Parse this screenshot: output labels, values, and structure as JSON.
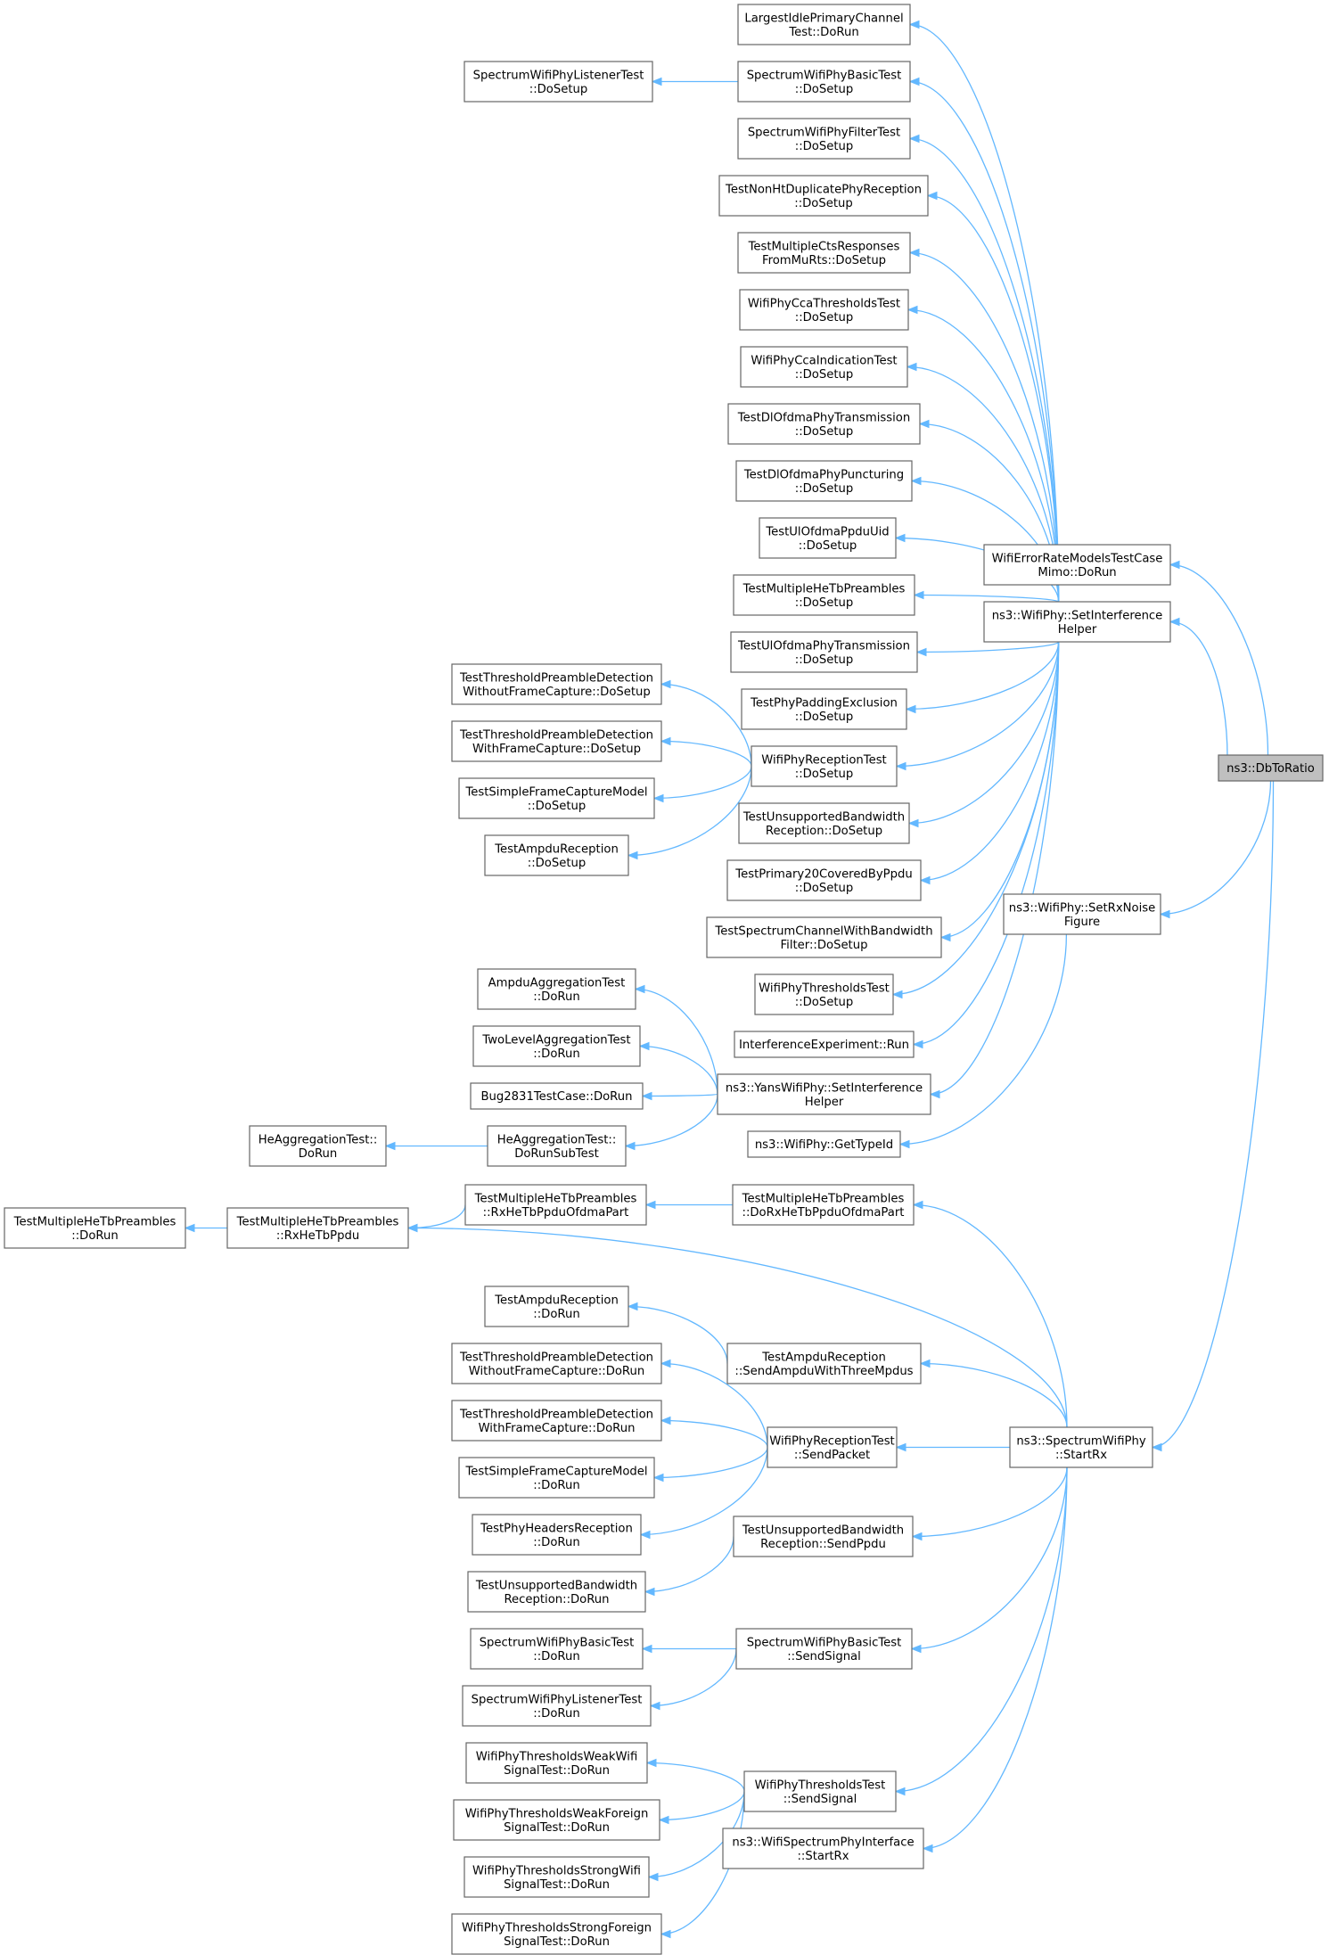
{
  "diagram": {
    "type": "caller-graph",
    "focus_node": "dbtoratio",
    "colors": {
      "edge": "#63b8ff",
      "node_border": "#666666",
      "focus_fill": "#bfbfbf",
      "node_fill": "#ffffff"
    },
    "nodes": [
      {
        "id": "dbtoratio",
        "lines": [
          "ns3::DbToRatio"
        ]
      },
      {
        "id": "wifi-error-rate-models-mimo",
        "lines": [
          "WifiErrorRateModelsTestCase",
          "Mimo::DoRun"
        ]
      },
      {
        "id": "wifiphy-set-interference-helper",
        "lines": [
          "ns3::WifiPhy::SetInterference",
          "Helper"
        ]
      },
      {
        "id": "wifiphy-set-rx-noise-figure",
        "lines": [
          "ns3::WifiPhy::SetRxNoise",
          "Figure"
        ]
      },
      {
        "id": "spectrum-wifiphy-startrx",
        "lines": [
          "ns3::SpectrumWifiPhy",
          "::StartRx"
        ]
      },
      {
        "id": "largest-idle-primary-channel",
        "lines": [
          "LargestIdlePrimaryChannel",
          "Test::DoRun"
        ]
      },
      {
        "id": "spectrum-basic-dosetup",
        "lines": [
          "SpectrumWifiPhyBasicTest",
          "::DoSetup"
        ]
      },
      {
        "id": "spectrum-listener-dosetup",
        "lines": [
          "SpectrumWifiPhyListenerTest",
          "::DoSetup"
        ]
      },
      {
        "id": "spectrum-filter-dosetup",
        "lines": [
          "SpectrumWifiPhyFilterTest",
          "::DoSetup"
        ]
      },
      {
        "id": "non-ht-duplicate",
        "lines": [
          "TestNonHtDuplicatePhyReception",
          "::DoSetup"
        ]
      },
      {
        "id": "multiple-cts-responses",
        "lines": [
          "TestMultipleCtsResponses",
          "FromMuRts::DoSetup"
        ]
      },
      {
        "id": "cca-thresholds",
        "lines": [
          "WifiPhyCcaThresholdsTest",
          "::DoSetup"
        ]
      },
      {
        "id": "cca-indication",
        "lines": [
          "WifiPhyCcaIndicationTest",
          "::DoSetup"
        ]
      },
      {
        "id": "dl-ofdma-transmission",
        "lines": [
          "TestDlOfdmaPhyTransmission",
          "::DoSetup"
        ]
      },
      {
        "id": "dl-ofdma-puncturing",
        "lines": [
          "TestDlOfdmaPhyPuncturing",
          "::DoSetup"
        ]
      },
      {
        "id": "ul-ofdma-ppdu-uid",
        "lines": [
          "TestUlOfdmaPpduUid",
          "::DoSetup"
        ]
      },
      {
        "id": "multiple-he-tb-dosetup",
        "lines": [
          "TestMultipleHeTbPreambles",
          "::DoSetup"
        ]
      },
      {
        "id": "ul-ofdma-transmission",
        "lines": [
          "TestUlOfdmaPhyTransmission",
          "::DoSetup"
        ]
      },
      {
        "id": "phy-padding-exclusion",
        "lines": [
          "TestPhyPaddingExclusion",
          "::DoSetup"
        ]
      },
      {
        "id": "wifiphy-reception-dosetup",
        "lines": [
          "WifiPhyReceptionTest",
          "::DoSetup"
        ]
      },
      {
        "id": "unsupported-bw-dosetup",
        "lines": [
          "TestUnsupportedBandwidth",
          "Reception::DoSetup"
        ]
      },
      {
        "id": "primary20-covered",
        "lines": [
          "TestPrimary20CoveredByPpdu",
          "::DoSetup"
        ]
      },
      {
        "id": "spectrum-channel-bw-filter",
        "lines": [
          "TestSpectrumChannelWithBandwidth",
          "Filter::DoSetup"
        ]
      },
      {
        "id": "wifiphy-thresholds-dosetup",
        "lines": [
          "WifiPhyThresholdsTest",
          "::DoSetup"
        ]
      },
      {
        "id": "interference-experiment-run",
        "lines": [
          "InterferenceExperiment::Run"
        ]
      },
      {
        "id": "yans-set-interference-helper",
        "lines": [
          "ns3::YansWifiPhy::SetInterference",
          "Helper"
        ]
      },
      {
        "id": "wifiphy-gettypeid",
        "lines": [
          "ns3::WifiPhy::GetTypeId"
        ]
      },
      {
        "id": "threshold-preamble-without-dosetup",
        "lines": [
          "TestThresholdPreambleDetection",
          "WithoutFrameCapture::DoSetup"
        ]
      },
      {
        "id": "threshold-preamble-with-dosetup",
        "lines": [
          "TestThresholdPreambleDetection",
          "WithFrameCapture::DoSetup"
        ]
      },
      {
        "id": "simple-frame-capture-dosetup",
        "lines": [
          "TestSimpleFrameCaptureModel",
          "::DoSetup"
        ]
      },
      {
        "id": "ampdu-reception-dosetup",
        "lines": [
          "TestAmpduReception",
          "::DoSetup"
        ]
      },
      {
        "id": "ampdu-aggregation-dorun",
        "lines": [
          "AmpduAggregationTest",
          "::DoRun"
        ]
      },
      {
        "id": "two-level-aggregation-dorun",
        "lines": [
          "TwoLevelAggregationTest",
          "::DoRun"
        ]
      },
      {
        "id": "bug2831-dorun",
        "lines": [
          "Bug2831TestCase::DoRun"
        ]
      },
      {
        "id": "he-aggregation-dorunsubtest",
        "lines": [
          "HeAggregationTest::",
          "DoRunSubTest"
        ]
      },
      {
        "id": "he-aggregation-dorun",
        "lines": [
          "HeAggregationTest::",
          "DoRun"
        ]
      },
      {
        "id": "multiple-he-tb-dorxhetb",
        "lines": [
          "TestMultipleHeTbPreambles",
          "::DoRxHeTbPpduOfdmaPart"
        ]
      },
      {
        "id": "multiple-he-tb-rxhetbofdma",
        "lines": [
          "TestMultipleHeTbPreambles",
          "::RxHeTbPpduOfdmaPart"
        ]
      },
      {
        "id": "multiple-he-tb-rxhetb",
        "lines": [
          "TestMultipleHeTbPreambles",
          "::RxHeTbPpdu"
        ]
      },
      {
        "id": "multiple-he-tb-dorun",
        "lines": [
          "TestMultipleHeTbPreambles",
          "::DoRun"
        ]
      },
      {
        "id": "ampdu-reception-dorun",
        "lines": [
          "TestAmpduReception",
          "::DoRun"
        ]
      },
      {
        "id": "ampdu-send-three-mpdus",
        "lines": [
          "TestAmpduReception",
          "::SendAmpduWithThreeMpdus"
        ]
      },
      {
        "id": "threshold-preamble-without-dorun",
        "lines": [
          "TestThresholdPreambleDetection",
          "WithoutFrameCapture::DoRun"
        ]
      },
      {
        "id": "threshold-preamble-with-dorun",
        "lines": [
          "TestThresholdPreambleDetection",
          "WithFrameCapture::DoRun"
        ]
      },
      {
        "id": "wifiphy-reception-sendpacket",
        "lines": [
          "WifiPhyReceptionTest",
          "::SendPacket"
        ]
      },
      {
        "id": "simple-frame-capture-dorun",
        "lines": [
          "TestSimpleFrameCaptureModel",
          "::DoRun"
        ]
      },
      {
        "id": "phy-headers-reception-dorun",
        "lines": [
          "TestPhyHeadersReception",
          "::DoRun"
        ]
      },
      {
        "id": "unsupported-bw-sendppdu",
        "lines": [
          "TestUnsupportedBandwidth",
          "Reception::SendPpdu"
        ]
      },
      {
        "id": "unsupported-bw-dorun",
        "lines": [
          "TestUnsupportedBandwidth",
          "Reception::DoRun"
        ]
      },
      {
        "id": "spectrum-basic-dorun",
        "lines": [
          "SpectrumWifiPhyBasicTest",
          "::DoRun"
        ]
      },
      {
        "id": "spectrum-basic-sendsignal",
        "lines": [
          "SpectrumWifiPhyBasicTest",
          "::SendSignal"
        ]
      },
      {
        "id": "spectrum-listener-dorun",
        "lines": [
          "SpectrumWifiPhyListenerTest",
          "::DoRun"
        ]
      },
      {
        "id": "thresholds-weak-wifi",
        "lines": [
          "WifiPhyThresholdsWeakWifi",
          "SignalTest::DoRun"
        ]
      },
      {
        "id": "thresholds-sendsignal",
        "lines": [
          "WifiPhyThresholdsTest",
          "::SendSignal"
        ]
      },
      {
        "id": "thresholds-weak-foreign",
        "lines": [
          "WifiPhyThresholdsWeakForeign",
          "SignalTest::DoRun"
        ]
      },
      {
        "id": "wifi-spectrum-phy-interface-startrx",
        "lines": [
          "ns3::WifiSpectrumPhyInterface",
          "::StartRx"
        ]
      },
      {
        "id": "thresholds-strong-wifi",
        "lines": [
          "WifiPhyThresholdsStrongWifi",
          "SignalTest::DoRun"
        ]
      },
      {
        "id": "thresholds-strong-foreign",
        "lines": [
          "WifiPhyThresholdsStrongForeign",
          "SignalTest::DoRun"
        ]
      }
    ],
    "edges": [
      [
        "wifi-error-rate-models-mimo",
        "dbtoratio"
      ],
      [
        "wifiphy-set-interference-helper",
        "dbtoratio"
      ],
      [
        "wifiphy-set-rx-noise-figure",
        "dbtoratio"
      ],
      [
        "spectrum-wifiphy-startrx",
        "dbtoratio"
      ],
      [
        "largest-idle-primary-channel",
        "wifiphy-set-interference-helper"
      ],
      [
        "spectrum-basic-dosetup",
        "wifiphy-set-interference-helper"
      ],
      [
        "spectrum-listener-dosetup",
        "spectrum-basic-dosetup"
      ],
      [
        "spectrum-filter-dosetup",
        "wifiphy-set-interference-helper"
      ],
      [
        "non-ht-duplicate",
        "wifiphy-set-interference-helper"
      ],
      [
        "multiple-cts-responses",
        "wifiphy-set-interference-helper"
      ],
      [
        "cca-thresholds",
        "wifiphy-set-interference-helper"
      ],
      [
        "cca-indication",
        "wifiphy-set-interference-helper"
      ],
      [
        "dl-ofdma-transmission",
        "wifiphy-set-interference-helper"
      ],
      [
        "dl-ofdma-puncturing",
        "wifiphy-set-interference-helper"
      ],
      [
        "ul-ofdma-ppdu-uid",
        "wifiphy-set-interference-helper"
      ],
      [
        "multiple-he-tb-dosetup",
        "wifiphy-set-interference-helper"
      ],
      [
        "ul-ofdma-transmission",
        "wifiphy-set-interference-helper"
      ],
      [
        "phy-padding-exclusion",
        "wifiphy-set-interference-helper"
      ],
      [
        "wifiphy-reception-dosetup",
        "wifiphy-set-interference-helper"
      ],
      [
        "unsupported-bw-dosetup",
        "wifiphy-set-interference-helper"
      ],
      [
        "primary20-covered",
        "wifiphy-set-interference-helper"
      ],
      [
        "spectrum-channel-bw-filter",
        "wifiphy-set-interference-helper"
      ],
      [
        "wifiphy-thresholds-dosetup",
        "wifiphy-set-interference-helper"
      ],
      [
        "interference-experiment-run",
        "wifiphy-set-interference-helper"
      ],
      [
        "yans-set-interference-helper",
        "wifiphy-set-interference-helper"
      ],
      [
        "threshold-preamble-without-dosetup",
        "wifiphy-reception-dosetup"
      ],
      [
        "threshold-preamble-with-dosetup",
        "wifiphy-reception-dosetup"
      ],
      [
        "simple-frame-capture-dosetup",
        "wifiphy-reception-dosetup"
      ],
      [
        "ampdu-reception-dosetup",
        "wifiphy-reception-dosetup"
      ],
      [
        "ampdu-aggregation-dorun",
        "yans-set-interference-helper"
      ],
      [
        "two-level-aggregation-dorun",
        "yans-set-interference-helper"
      ],
      [
        "bug2831-dorun",
        "yans-set-interference-helper"
      ],
      [
        "he-aggregation-dorunsubtest",
        "yans-set-interference-helper"
      ],
      [
        "he-aggregation-dorun",
        "he-aggregation-dorunsubtest"
      ],
      [
        "wifiphy-gettypeid",
        "wifiphy-set-rx-noise-figure"
      ],
      [
        "multiple-he-tb-dorxhetb",
        "spectrum-wifiphy-startrx"
      ],
      [
        "multiple-he-tb-rxhetbofdma",
        "multiple-he-tb-dorxhetb"
      ],
      [
        "multiple-he-tb-rxhetb",
        "multiple-he-tb-rxhetbofdma"
      ],
      [
        "multiple-he-tb-dorun",
        "multiple-he-tb-rxhetb"
      ],
      [
        "multiple-he-tb-rxhetb",
        "spectrum-wifiphy-startrx"
      ],
      [
        "ampdu-reception-dorun",
        "ampdu-send-three-mpdus"
      ],
      [
        "ampdu-send-three-mpdus",
        "spectrum-wifiphy-startrx"
      ],
      [
        "threshold-preamble-without-dorun",
        "wifiphy-reception-sendpacket"
      ],
      [
        "threshold-preamble-with-dorun",
        "wifiphy-reception-sendpacket"
      ],
      [
        "simple-frame-capture-dorun",
        "wifiphy-reception-sendpacket"
      ],
      [
        "phy-headers-reception-dorun",
        "wifiphy-reception-sendpacket"
      ],
      [
        "wifiphy-reception-sendpacket",
        "spectrum-wifiphy-startrx"
      ],
      [
        "unsupported-bw-dorun",
        "unsupported-bw-sendppdu"
      ],
      [
        "unsupported-bw-sendppdu",
        "spectrum-wifiphy-startrx"
      ],
      [
        "spectrum-basic-dorun",
        "spectrum-basic-sendsignal"
      ],
      [
        "spectrum-listener-dorun",
        "spectrum-basic-sendsignal"
      ],
      [
        "spectrum-basic-sendsignal",
        "spectrum-wifiphy-startrx"
      ],
      [
        "thresholds-weak-wifi",
        "thresholds-sendsignal"
      ],
      [
        "thresholds-weak-foreign",
        "thresholds-sendsignal"
      ],
      [
        "thresholds-strong-wifi",
        "thresholds-sendsignal"
      ],
      [
        "thresholds-strong-foreign",
        "thresholds-sendsignal"
      ],
      [
        "thresholds-sendsignal",
        "spectrum-wifiphy-startrx"
      ],
      [
        "wifi-spectrum-phy-interface-startrx",
        "spectrum-wifiphy-startrx"
      ]
    ]
  }
}
